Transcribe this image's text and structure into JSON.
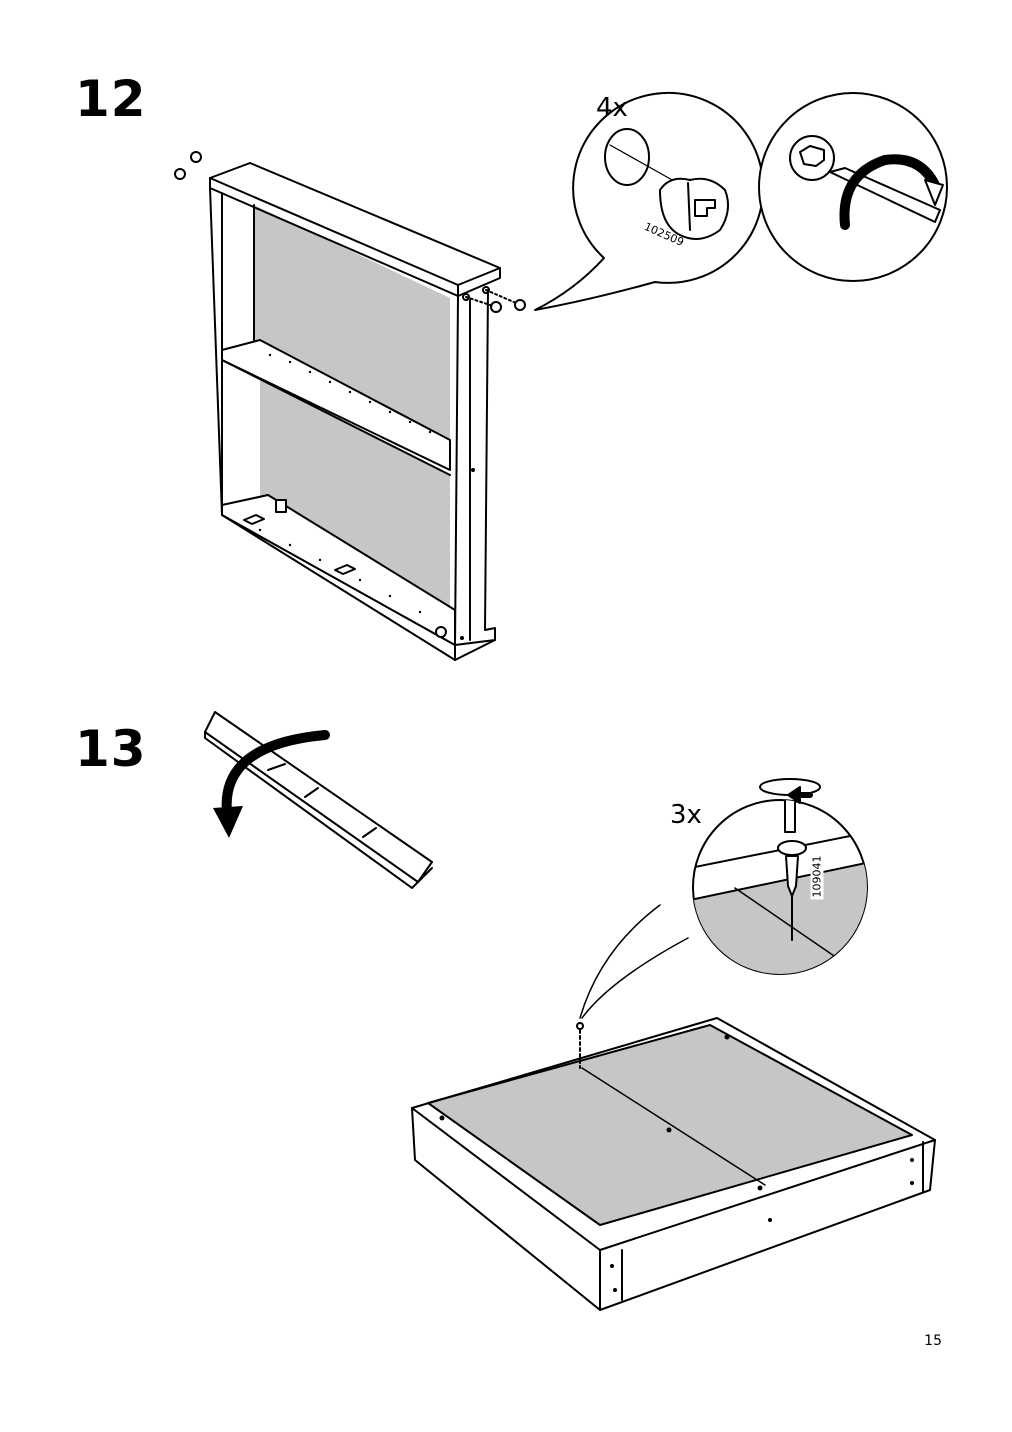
{
  "page": {
    "number": "15"
  },
  "steps": [
    {
      "number": "12",
      "quantity": "4x",
      "part_number": "102509"
    },
    {
      "number": "13",
      "quantity": "3x",
      "part_number": "109041"
    }
  ]
}
